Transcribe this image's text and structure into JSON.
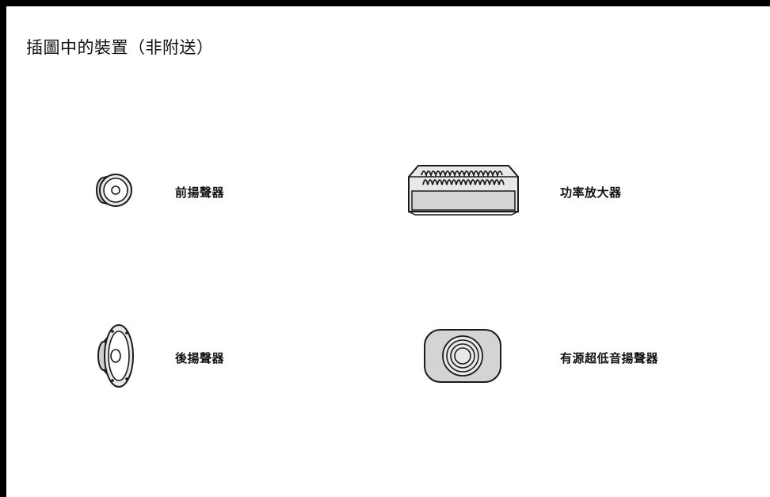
{
  "page": {
    "title": "插圖中的裝置（非附送）"
  },
  "devices": [
    {
      "label": "前揚聲器",
      "icon": "front-speaker-icon"
    },
    {
      "label": "功率放大器",
      "icon": "power-amplifier-icon"
    },
    {
      "label": "後揚聲器",
      "icon": "rear-speaker-icon"
    },
    {
      "label": "有源超低音揚聲器",
      "icon": "active-subwoofer-icon"
    }
  ],
  "colors": {
    "border": "#000000",
    "icon_stroke": "#1a1a1a",
    "icon_fill": "#e8e8e8",
    "icon_fill_dark": "#cccccc"
  }
}
